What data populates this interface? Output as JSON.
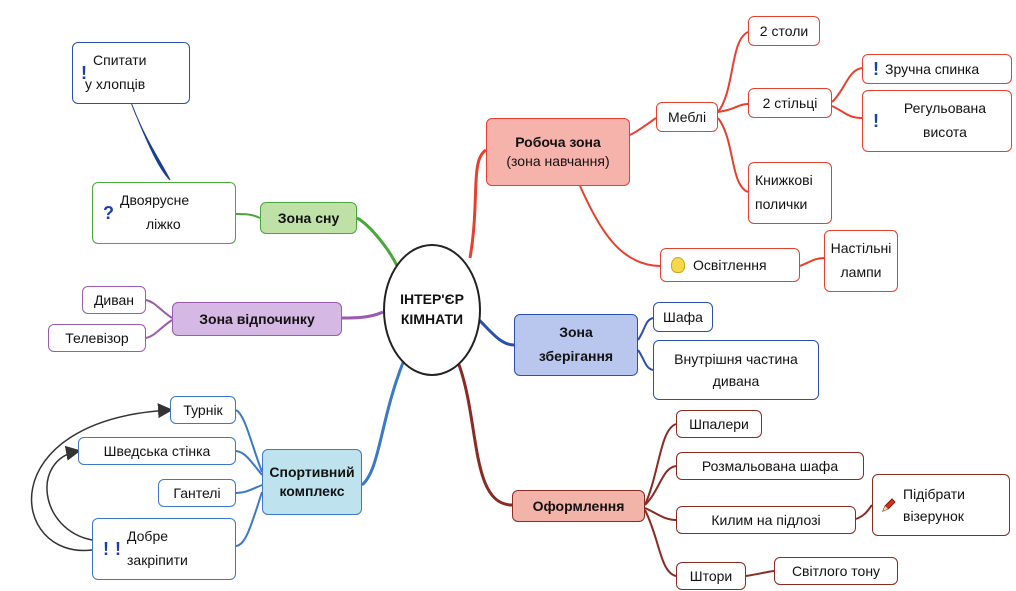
{
  "center": {
    "line1": "ІНТЕР'ЄР",
    "line2": "КІМНАТИ"
  },
  "sleep_zone": {
    "label": "Зона сну",
    "bunk_bed": {
      "line1": "Двоярусне",
      "line2": "ліжко"
    },
    "ask_boys": {
      "line1": "Спитати",
      "line2": "у хлопців"
    }
  },
  "rest_zone": {
    "label": "Зона відпочинку",
    "items": [
      "Диван",
      "Телевізор"
    ]
  },
  "sport_complex": {
    "label_line1": "Спортивний",
    "label_line2": "комплекс",
    "items": [
      "Турнік",
      "Шведська стінка",
      "Гантелі"
    ],
    "fix_note": {
      "line1": "Добре",
      "line2": "закріпити"
    }
  },
  "work_zone": {
    "label_line1": "Робоча зона",
    "label_line2": "(зона навчання)",
    "furniture": {
      "label": "Меблі",
      "tables": "2 столи",
      "chairs": "2 стільці",
      "comfy_back": "Зручна спинка",
      "adjustable": {
        "line1": "Регульована",
        "line2": "висота"
      },
      "shelves": {
        "line1": "Книжкові",
        "line2": "полички"
      }
    },
    "lighting": {
      "label": "Освітлення",
      "lamps": {
        "line1": "Настільні",
        "line2": "лампи"
      }
    }
  },
  "storage_zone": {
    "label_line1": "Зона",
    "label_line2": "зберігання",
    "wardrobe": "Шафа",
    "sofa_inside": {
      "line1": "Внутрішня частина",
      "line2": "дивана"
    }
  },
  "decoration": {
    "label": "Оформлення",
    "wallpaper": "Шпалери",
    "painted_wardrobe": "Розмальована шафа",
    "carpet": "Килим на підлозі",
    "pattern": {
      "line1": "Підібрати",
      "line2": "візерунок"
    },
    "curtains": "Штори",
    "light_tone": "Світлого тону"
  },
  "icons": {
    "exclamation": "!",
    "question": "?",
    "bulb": "bulb-icon",
    "pencil": "pencil-icon",
    "arrow": "arrow-icon"
  },
  "colors": {
    "work": "#e8402e",
    "storage": "#2c4fb0",
    "decoration": "#8b2a22",
    "sleep": "#4aa83a",
    "rest": "#9a5bb0",
    "sport": "#3a78c8"
  }
}
